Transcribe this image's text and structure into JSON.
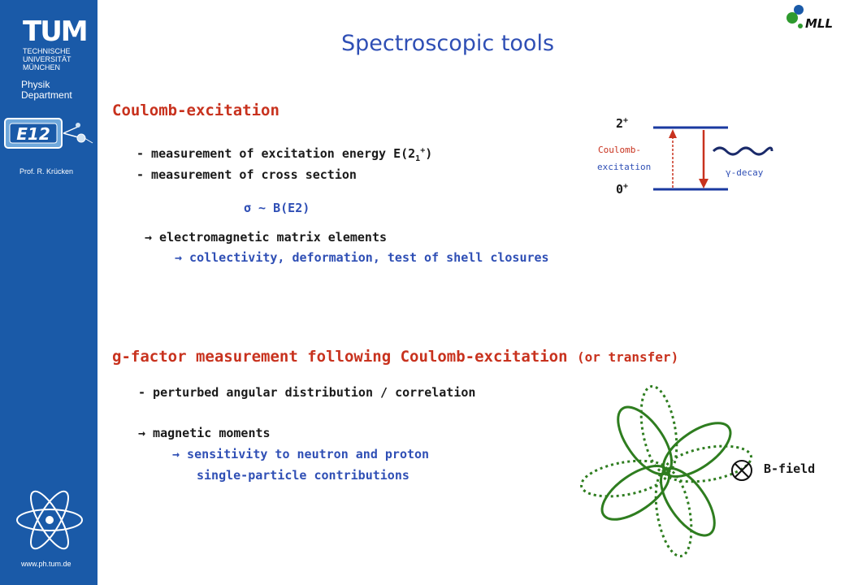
{
  "sidebar": {
    "logo": "TUM",
    "university_lines": [
      "TECHNISCHE",
      "UNIVERSITÄT",
      "MÜNCHEN"
    ],
    "department_lines": [
      "Physik",
      "Department"
    ],
    "e12_logo": "E12",
    "professor": "Prof. R. Krücken",
    "url": "www.ph.tum.de"
  },
  "mll_logo": "MLL",
  "title": "Spectroscopic tools",
  "coulomb": {
    "heading": "Coulomb-excitation",
    "bullet1": "- measurement of excitation energy E(2",
    "bullet1_sub": "1",
    "bullet1_sup": "+",
    "bullet1_end": ")",
    "bullet2": "- measurement of cross section",
    "sigma": "σ ~ B(E2)",
    "arrow1": "→ electromagnetic matrix elements",
    "arrow2": "→ collectivity, deformation, test of shell closures"
  },
  "level_scheme": {
    "upper": "2",
    "lower": "0",
    "parity": "+",
    "coulomb_label_1": "Coulomb-",
    "coulomb_label_2": "excitation",
    "decay_label": "γ-decay",
    "colors": {
      "levels": "#1a3aa0",
      "excitation": "#c8321e",
      "decay": "#c8321e",
      "wave": "#1a2a6a"
    }
  },
  "gfactor": {
    "heading": "g-factor measurement following Coulomb-excitation",
    "heading_small": "(or transfer)",
    "bullet1": "-  perturbed angular distribution / correlation",
    "arrow1": "→ magnetic moments",
    "arrow2": "→ sensitivity to neutron and proton",
    "arrow2_cont": "single-particle contributions",
    "bfield": "B-field",
    "flower_color": "#2e7d1f"
  },
  "colors": {
    "sidebar": "#1a5aa8",
    "title": "#2f4fb5",
    "heading": "#c8321e",
    "accent": "#2f4fb5"
  }
}
